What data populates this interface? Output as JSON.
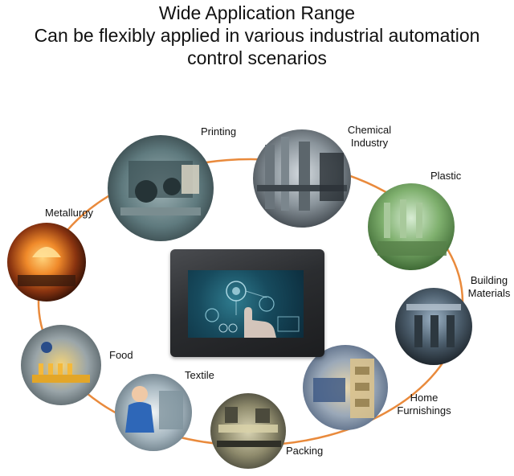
{
  "header": {
    "line1": "Wide Application Range",
    "line2": "Can be flexibly applied in various industrial automation",
    "line3": "control scenarios"
  },
  "applications": [
    {
      "label": "Printing",
      "icon": "printing-machine-icon"
    },
    {
      "label": "Chemical\nIndustry",
      "icon": "chemical-plant-icon"
    },
    {
      "label": "Plastic",
      "icon": "plastic-factory-icon"
    },
    {
      "label": "Building\nMaterials",
      "icon": "building-materials-icon"
    },
    {
      "label": "Home\nFurnishings",
      "icon": "home-furnishings-icon"
    },
    {
      "label": "Packing",
      "icon": "packing-line-icon"
    },
    {
      "label": "Textile",
      "icon": "textile-worker-icon"
    },
    {
      "label": "Food",
      "icon": "food-bottling-icon"
    },
    {
      "label": "Metallurgy",
      "icon": "metallurgy-furnace-icon"
    }
  ],
  "colors": {
    "ring": "#e98a3c",
    "panel": "#2b2d30",
    "screen": "#174b5e"
  }
}
